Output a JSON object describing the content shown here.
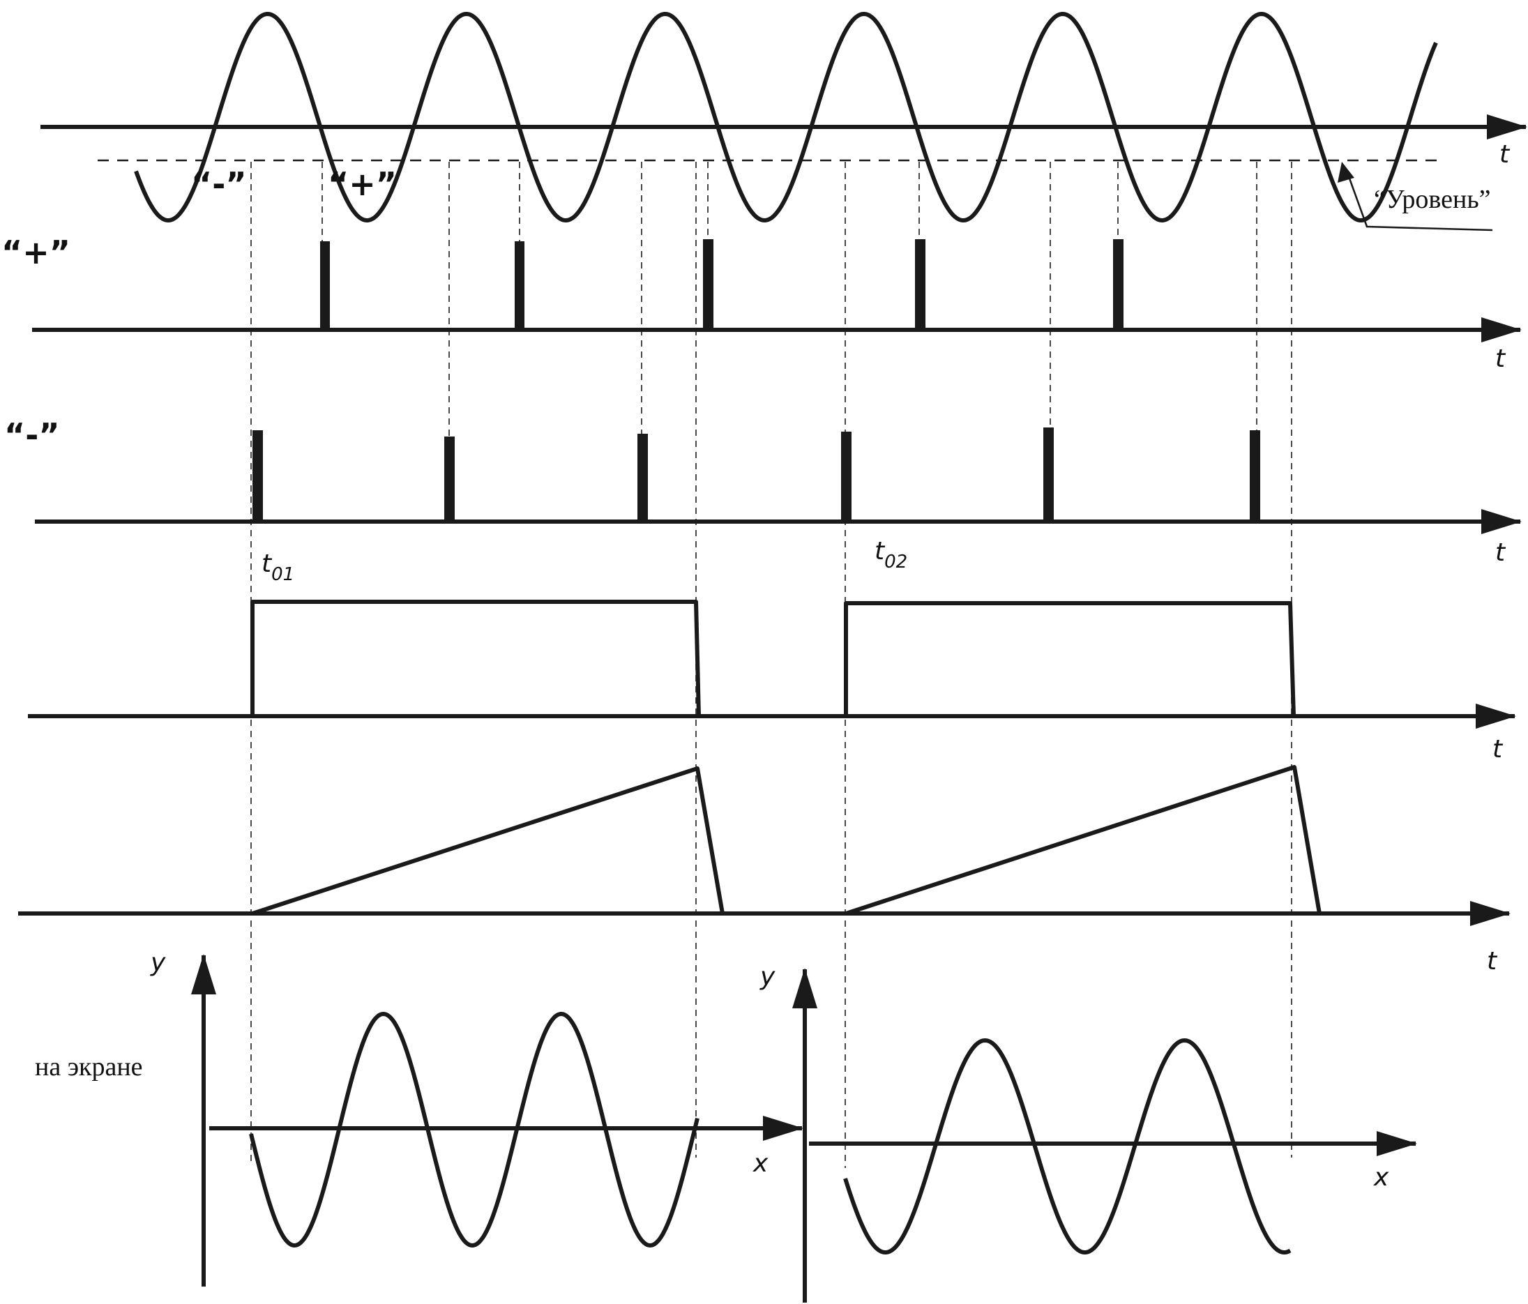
{
  "labels": {
    "t": "t",
    "x": "x",
    "y": "y",
    "plus_quote": "“+”",
    "minus_quote": "“-”",
    "level": "“Уровень”",
    "on_screen": "на экране",
    "t01_main": "t",
    "t01_sub": "01",
    "t02_main": "t",
    "t02_sub": "02"
  },
  "colors": {
    "stroke": "#1a1a1a",
    "background": "#ffffff"
  }
}
